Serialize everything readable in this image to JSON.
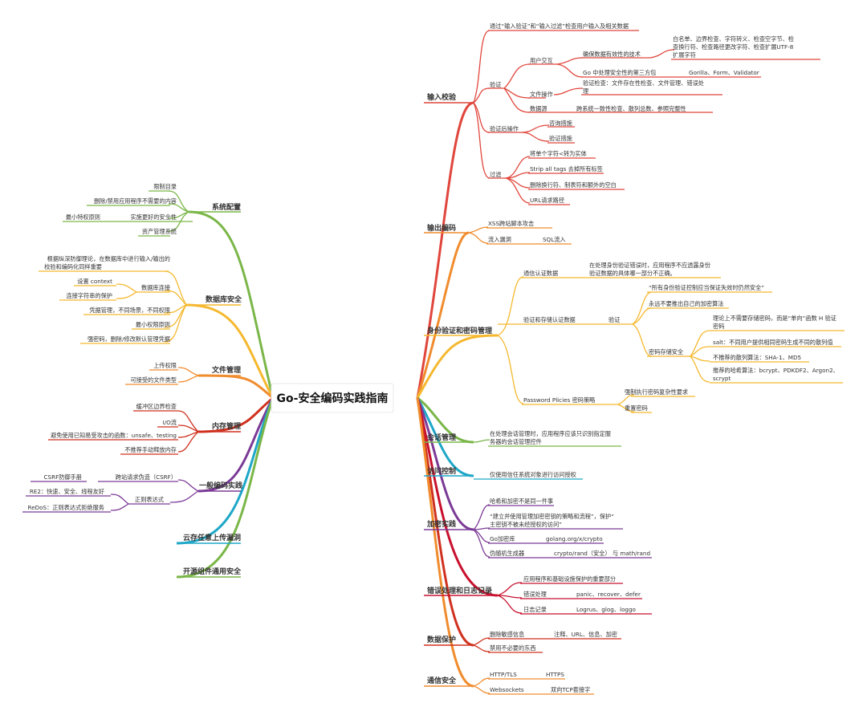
{
  "title": "Go-安全编码实践指南",
  "branches": {
    "input": {
      "label": "输入校验",
      "color": "#e0463c",
      "n1": "通过“输入验证”和“输入过滤”检查用户输入及相关数据",
      "validation": "验证",
      "interaction": "用户交互",
      "ensure": "确保数据有效性的技术",
      "ensure_detail_1": "白名单、边界检查、字符转义、检查空字节、检",
      "ensure_detail_2": "查换行符、检查路径更改字符、检查扩展UTF-8",
      "ensure_detail_3": "扩展字符",
      "go_libs": "Go 中处理安全性的第三方包",
      "go_libs_detail": "Gorilla、Form、Validator",
      "file_ops": "文件操作",
      "file_ops_detail_1": "验证检查：文件存在性检查、文件管理、错误处",
      "file_ops_detail_2": "理",
      "datasource": "数据源",
      "datasource_detail": "跨系统一致性检查、散列总数、参照完整性",
      "post_validation": "验证后操作",
      "advisory": "咨询措施",
      "verify_measures": "验证措施",
      "filter": "过滤",
      "f1": "将单个字符<转为实体",
      "f2": "Strip all tags 去掉所有标签",
      "f3": "删除换行符、制表符和额外的空白",
      "f4": "URL请求路径"
    },
    "output": {
      "label": "输出编码",
      "color": "#f08c2e",
      "xss": "XSS跨站脚本攻击",
      "injection": "流入漏洞",
      "sql": "SQL流入"
    },
    "auth": {
      "label": "身份验证和密码管理",
      "color": "#f5b82e",
      "comm": "通信认证数据",
      "comm_detail_1": "在处理身份验证错误时，应用程序不应透露身份",
      "comm_detail_2": "验证数据的具体哪一部分不正确。",
      "store": "验证和存储认证数据",
      "verify": "验证",
      "v1": "“所有身份验证控制应当保证失效时仍然安全”",
      "v2": "永远不要推出自己的加密算法",
      "pwd_store": "密码存储安全",
      "ps1_1": "理论上不需要存储密码，而是“单向”函数 H 验证",
      "ps1_2": "密码",
      "ps2": "salt：不同用户提供相同密码生成不同的散列值",
      "ps3": "不推荐的散列算法：SHA-1、MD5",
      "ps4_1": "推荐的哈希算法：bcrypt、PDKDF2、Argon2、",
      "ps4_2": "scrypt",
      "policy": "Password Plicies 密码策略",
      "policy1": "强制执行密码复杂性要求",
      "policy2": "重置密码"
    },
    "session": {
      "label": "会话管理",
      "color": "#7ab648",
      "d1": "在处理会话管理时，应用程序应该只识别指定服",
      "d2": "务器的会话管理控件"
    },
    "access": {
      "label": "访问控制",
      "color": "#1ea7c8",
      "d1": "仅使用信任系统对象进行访问授权"
    },
    "crypto": {
      "label": "加密实践",
      "color": "#7b3a96",
      "c1": "哈希和加密不是同一件事",
      "c2_1": "“建立并使用管理加密密钥的策略和流程”，保护“",
      "c2_2": "主密钥不被未经授权的访问”",
      "c3": "Go加密库",
      "c3_detail": "golang.org/x/crypto",
      "c4": "伪随机生成器",
      "c4_detail": "crypto/rand（安全） 与 math/rand"
    },
    "errors": {
      "label": "错误处理和日志记录",
      "color": "#c8102e",
      "e1": "应用程序和基础设施保护的重要部分",
      "e2": "错误处理",
      "e2_detail": "panic、recover、defer",
      "e3": "日志记录",
      "e3_detail": "Logrus、glog、loggo"
    },
    "dataprot": {
      "label": "数据保护",
      "color": "#d0311f",
      "d1": "删除敏感信息",
      "d1_detail": "注释、URL、信息、加密",
      "d2": "禁用不必要的东西"
    },
    "comms": {
      "label": "通信安全",
      "color": "#f08c2e",
      "h1": "HTTP/TLS",
      "h1_detail": "HTTPS",
      "h2": "Websockets",
      "h2_detail": "双向TCP套接字"
    },
    "sysconf": {
      "label": "系统配置",
      "color": "#7ab648",
      "s1": "限制目录",
      "s2": "删除/禁用应用程序不需要的内容",
      "s3": "实施更好的安全性",
      "s3_detail": "最小特权原则",
      "s4": "资产管理系统"
    },
    "db": {
      "label": "数据库安全",
      "color": "#f5b82e",
      "d1_1": "根据纵深防御理论，在数据库中进行输入/输出的",
      "d1_2": "校验和编码化同样重要",
      "conn": "数据库连接",
      "conn1": "设置 context",
      "conn2": "连接字符串的保护",
      "d3": "凭据管理，不同场景，不同权限",
      "d4": "最小权限原则",
      "d5": "强密码，删除/修改默认管理凭据"
    },
    "filemgmt": {
      "label": "文件管理",
      "color": "#f08c2e",
      "f1": "上传权限",
      "f2": "可接受的文件类型"
    },
    "memory": {
      "label": "内存管理",
      "color": "#d0311f",
      "m1": "缓冲区边界检查",
      "m2": "I/O流",
      "m3": "避免使用已知易受攻击的函数：unsafe、testing",
      "m4": "不推荐手动释放内存"
    },
    "general": {
      "label": "一般编码实践",
      "color": "#7b3a96",
      "csrf": "跨站请求伪造（CSRF）",
      "csrf_detail": "CSRF防御手册",
      "regex": "正则表达式",
      "regex1": "RE2：快速、安全、线程友好",
      "regex2": "ReDoS：正则表达式拒绝服务"
    },
    "cloud": {
      "label": "云存任意上传漏洞",
      "color": "#1ea7c8"
    },
    "oss": {
      "label": "开源组件通用安全",
      "color": "#7ab648"
    }
  }
}
